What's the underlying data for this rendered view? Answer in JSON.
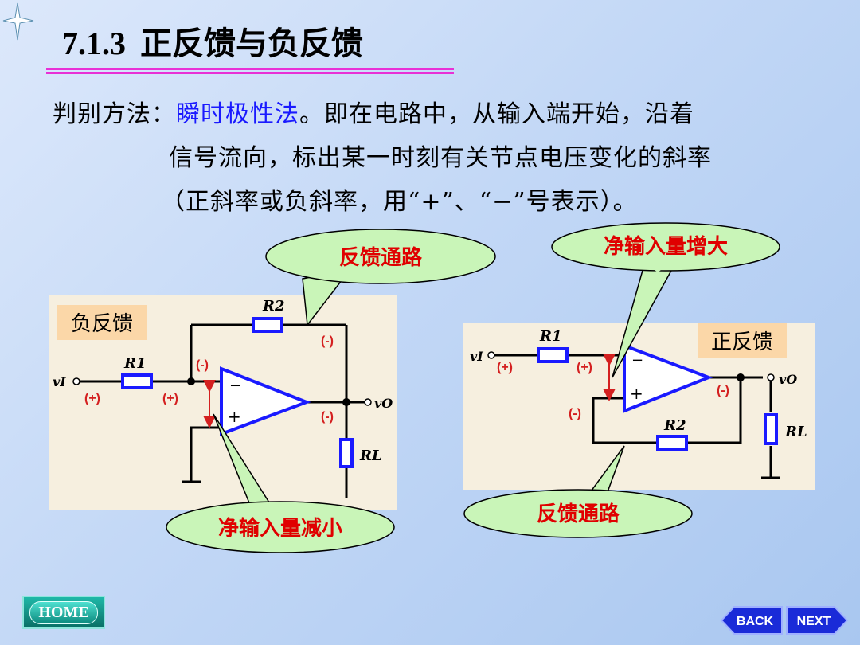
{
  "title": {
    "section": "7.1.3",
    "text": "正反馈与负反馈"
  },
  "method": {
    "label": "判别方法：",
    "highlight": "瞬时极性法",
    "line1_rest": "。即在电路中，从输入端开始，沿着",
    "line2": "信号流向，标出某一时刻有关节点电压变化的斜率",
    "line3": "（正斜率或负斜率，用“+”、“−”号表示）。"
  },
  "neg_circuit": {
    "box_label": "负反馈",
    "r1": "R1",
    "r2": "R2",
    "rl": "RL",
    "vin": "vI",
    "vout": "vO",
    "pol_in": "(+)",
    "pol_inv": "(+)",
    "pol_fb": "(-)",
    "pol_r2": "(-)",
    "pol_out": "(-)",
    "op_minus": "−",
    "op_plus": "+",
    "callout_path": "反馈通路",
    "callout_net": "净输入量减小"
  },
  "pos_circuit": {
    "box_label": "正反馈",
    "r1": "R1",
    "r2": "R2",
    "rl": "RL",
    "vin": "vI",
    "vout": "vO",
    "pol_in": "(+)",
    "pol_plus": "(+)",
    "pol_out": "(-)",
    "pol_fb": "(-)",
    "op_minus": "−",
    "op_plus": "+",
    "callout_net": "净输入量增大",
    "callout_path": "反馈通路"
  },
  "nav": {
    "home": "HOME",
    "back": "BACK",
    "next": "NEXT"
  },
  "colors": {
    "wire": "#000000",
    "opamp": "#1a1aff",
    "polarity": "#d42020",
    "callout_text": "#e00000",
    "callout_fill": "#c9f5b8"
  }
}
